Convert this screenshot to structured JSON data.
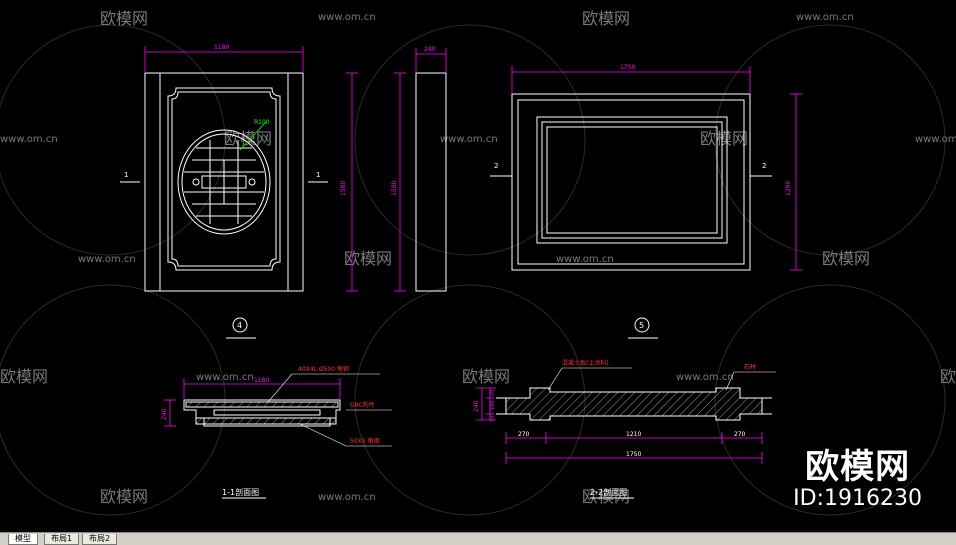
{
  "watermark": {
    "brand": "欧模网",
    "site": "www.om.cn"
  },
  "badge": {
    "brand": "欧模网",
    "id": "ID:1916230"
  },
  "tabs": [
    {
      "label": "模型"
    },
    {
      "label": "布局1"
    },
    {
      "label": "布局2"
    }
  ],
  "drawing": {
    "view4": {
      "width": "1180",
      "height": "1580",
      "callout": "4",
      "section_mark": "1",
      "radius_note": "R100"
    },
    "side": {
      "width": "240",
      "height": "1580"
    },
    "view5": {
      "width": "1750",
      "height": "1290",
      "callout": "5",
      "section_mark": "2"
    },
    "section1": {
      "title": "1-1剖面图",
      "width": "1180",
      "height": "240",
      "note_top": "40X4L Ø500 角钢",
      "note_mid": "GRC构件",
      "note_bottom": "50X5 角钢"
    },
    "section2": {
      "title": "2-2剖面图",
      "note_left": "混凝土板(上涂料)",
      "note_right": "石材",
      "h_total": "240",
      "h_parts": [
        "70",
        "100",
        "70"
      ],
      "dims": [
        "270",
        "1210",
        "270"
      ],
      "total": "1750"
    }
  },
  "colors": {
    "dim": "#ff00ff",
    "line": "#ffffff",
    "hatch": "#ffffff",
    "note": "#ff3030",
    "leader": "#00ff00",
    "tab_bar": "#d4d0c8"
  }
}
